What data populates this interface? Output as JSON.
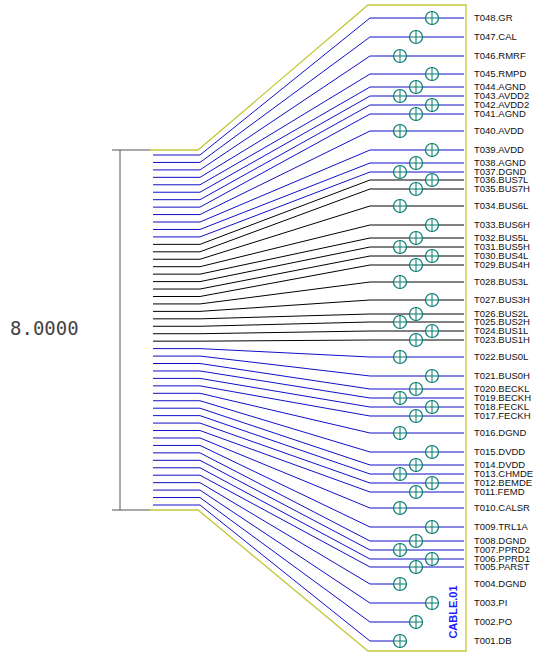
{
  "diagram": {
    "labels": [
      "8.0000",
      "T048.GR",
      "T047.CAL",
      "T046.RMRF",
      "T045.RMPD",
      "T044.AGND",
      "T043.AVDD2",
      "T042.AVDD2",
      "T041.AGND",
      "T040.AVDD",
      "T039.AVDD",
      "T038.AGND",
      "T037.DGND",
      "T036.BUS7L",
      "T035.BUS7H",
      "T034.BUS6L",
      "T033.BUS6H",
      "T032.BUS5L",
      "T031.BUS5H",
      "T030.BUS4L",
      "T029.BUS4H",
      "T028.BUS3L",
      "T027.BUS3H",
      "T026.BUS2L",
      "T025.BUS2H",
      "T024.BUS1L",
      "T023.BUS1H",
      "T022.BUS0L",
      "T021.BUS0H",
      "T020.BECKL",
      "T019.BECKH",
      "T018.FECKL",
      "T017.FECKH",
      "T016.DGND",
      "T015.DVDD",
      "T014.DVDD",
      "T013.CHMDE",
      "T012.BEMDE",
      "T011.FEMD",
      "T010.CALSR",
      "T009.TRL1A",
      "T008.DGND",
      "T007.PPRD2",
      "T006.PPRD1",
      "T005.PARST",
      "T004.DGND",
      "T003.PI",
      "T002.PO",
      "T001.DB",
      "CABLE.01"
    ]
  }
}
